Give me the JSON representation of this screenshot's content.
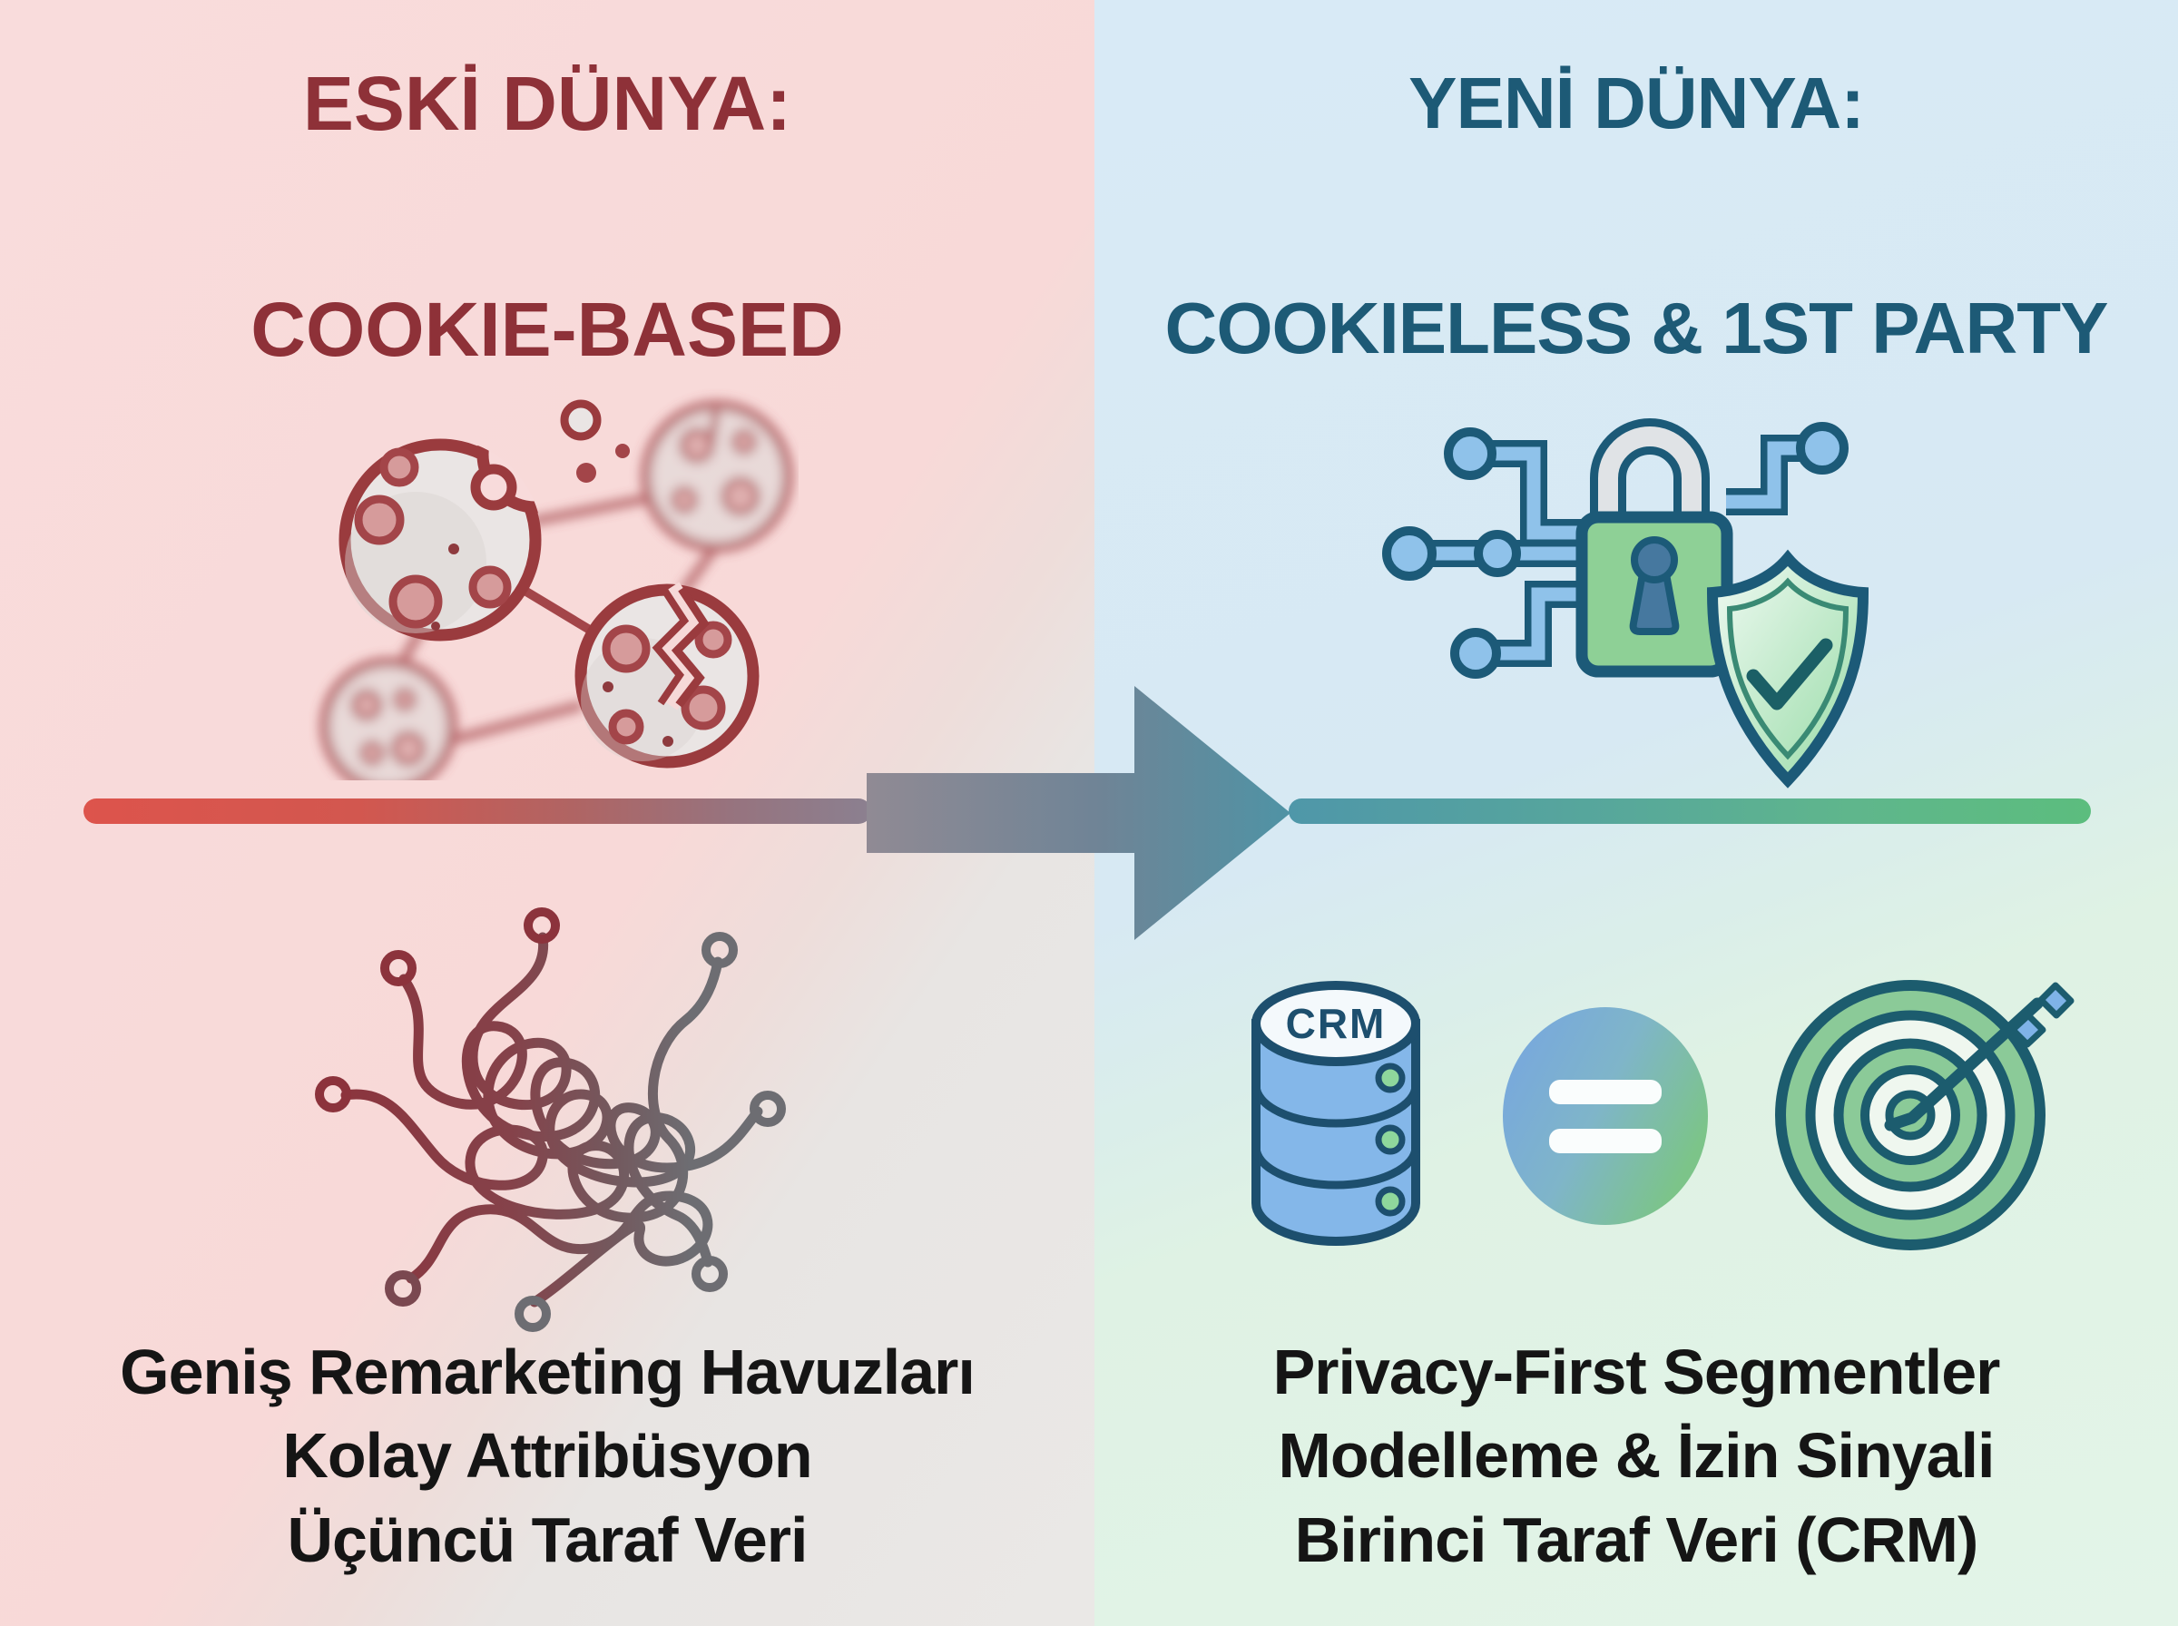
{
  "left_panel": {
    "title": [
      "ESKİ DÜNYA:",
      "COOKIE-BASED"
    ],
    "features": [
      "Geniş Remarketing Havuzları",
      "Kolay Attribüsyon",
      "Üçüncü Taraf Veri"
    ],
    "icon_top": "broken-cookie-network",
    "icon_bottom": "tangled-lines"
  },
  "right_panel": {
    "title": [
      "YENİ DÜNYA:",
      "COOKIELESS & 1ST PARTY"
    ],
    "features": [
      "Privacy-First Segmentler",
      "Modelleme & İzin Sinyali",
      "Birinci Taraf Veri (CRM)"
    ],
    "icon_top": "lock-circuit-shield",
    "icons_bottom": [
      "crm-database",
      "equals-sign",
      "target-with-arrow"
    ],
    "crm_label": "CRM"
  },
  "colors": {
    "left_title": "#8e3138",
    "right_title": "#1d5a76",
    "body_text": "#151515",
    "left_bg_pink": "#f8dcdc",
    "left_bg_gray": "#e9e7e5",
    "right_bg_blue": "#d8eaf6",
    "right_bg_mint": "#e2f4e7",
    "timeline_red": "#d95752",
    "timeline_green": "#5cbd7e",
    "arrow_gray_teal": "#6f8f9e",
    "cookie_outline": "#9a3b3e",
    "circuit_blue": "#8fc2ea",
    "lock_green": "#8ed096",
    "teal_outline": "#1c5a78"
  }
}
